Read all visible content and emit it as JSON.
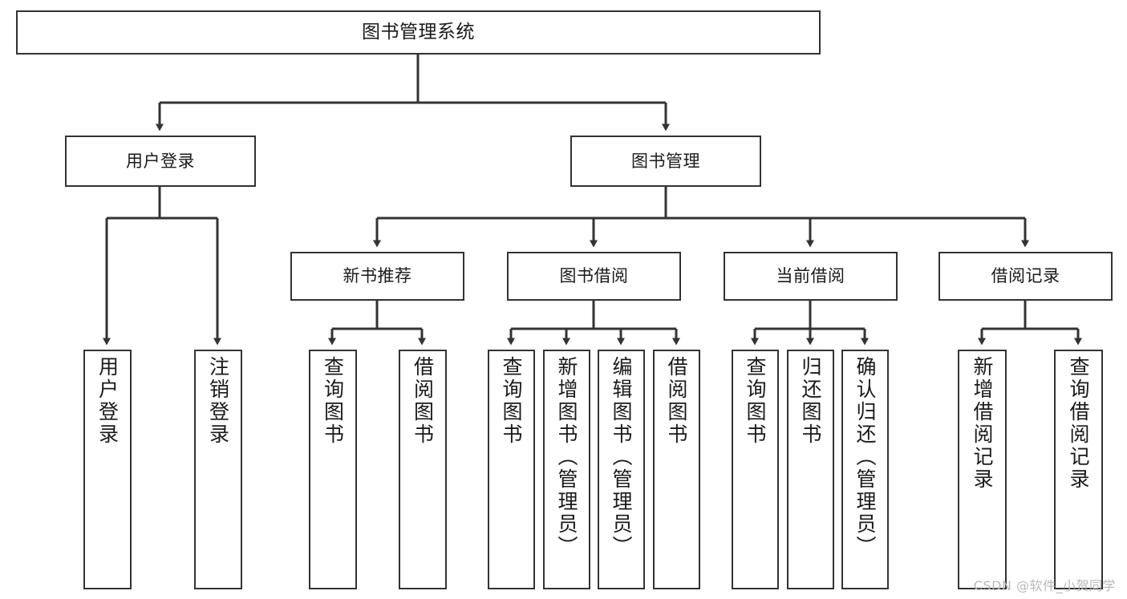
{
  "diagram": {
    "type": "tree",
    "title": "图书管理系统",
    "watermark": "CSDN @软件_小贺同学",
    "colors": {
      "box_border": "#333333",
      "box_fill": "#ffffff",
      "edge": "#333333",
      "text": "#1a1a1a",
      "watermark": "#b9b9b9",
      "background": "#ffffff"
    },
    "root": {
      "id": "root",
      "label": "图书管理系统"
    },
    "level2": [
      {
        "id": "user-login",
        "label": "用户登录"
      },
      {
        "id": "book-manage",
        "label": "图书管理"
      }
    ],
    "level3": [
      {
        "id": "new-book-recommend",
        "label": "新书推荐",
        "parent": "book-manage"
      },
      {
        "id": "book-borrow",
        "label": "图书借阅",
        "parent": "book-manage"
      },
      {
        "id": "current-borrow",
        "label": "当前借阅",
        "parent": "book-manage"
      },
      {
        "id": "borrow-record",
        "label": "借阅记录",
        "parent": "book-manage"
      }
    ],
    "leaves": [
      {
        "id": "leaf-user-login",
        "label": "用户登录",
        "parent": "user-login"
      },
      {
        "id": "leaf-logout-login",
        "label": "注销登录",
        "parent": "user-login"
      },
      {
        "id": "leaf-query-book-1",
        "label": "查询图书",
        "parent": "new-book-recommend"
      },
      {
        "id": "leaf-borrow-book-1",
        "label": "借阅图书",
        "parent": "new-book-recommend"
      },
      {
        "id": "leaf-query-book-2",
        "label": "查询图书",
        "parent": "book-borrow"
      },
      {
        "id": "leaf-add-book",
        "label": "新增图书（管理员）",
        "parent": "book-borrow"
      },
      {
        "id": "leaf-edit-book",
        "label": "编辑图书（管理员）",
        "parent": "book-borrow"
      },
      {
        "id": "leaf-borrow-book-2",
        "label": "借阅图书",
        "parent": "book-borrow"
      },
      {
        "id": "leaf-query-book-3",
        "label": "查询图书",
        "parent": "current-borrow"
      },
      {
        "id": "leaf-return-book",
        "label": "归还图书",
        "parent": "current-borrow"
      },
      {
        "id": "leaf-confirm-return",
        "label": "确认归还（管理员）",
        "parent": "current-borrow"
      },
      {
        "id": "leaf-add-record",
        "label": "新增借阅记录",
        "parent": "borrow-record"
      },
      {
        "id": "leaf-query-record",
        "label": "查询借阅记录",
        "parent": "borrow-record"
      }
    ]
  }
}
